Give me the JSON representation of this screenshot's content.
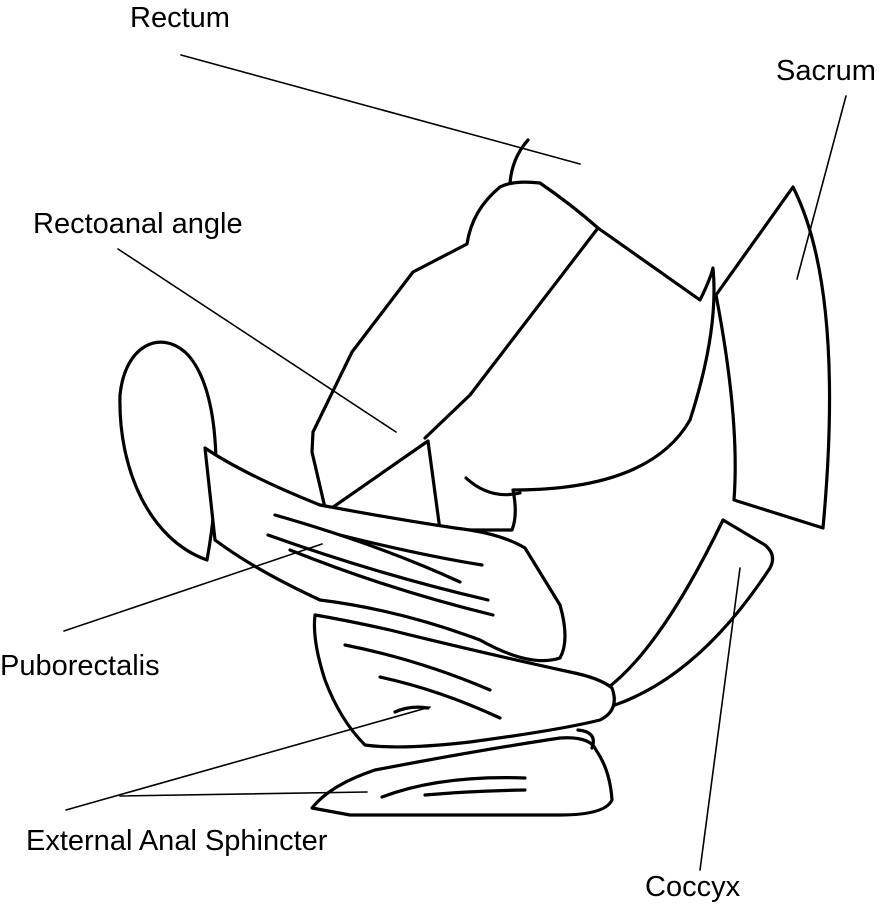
{
  "figure": {
    "labels": {
      "rectum": "Rectum",
      "sacrum": "Sacrum",
      "rectoanal_angle": "Rectoanal angle",
      "puborectalis": "Puborectalis",
      "external_anal_sphincter": "External Anal Sphincter",
      "coccyx": "Coccyx"
    },
    "colors": {
      "stroke": "#000000",
      "background": "#ffffff"
    }
  }
}
